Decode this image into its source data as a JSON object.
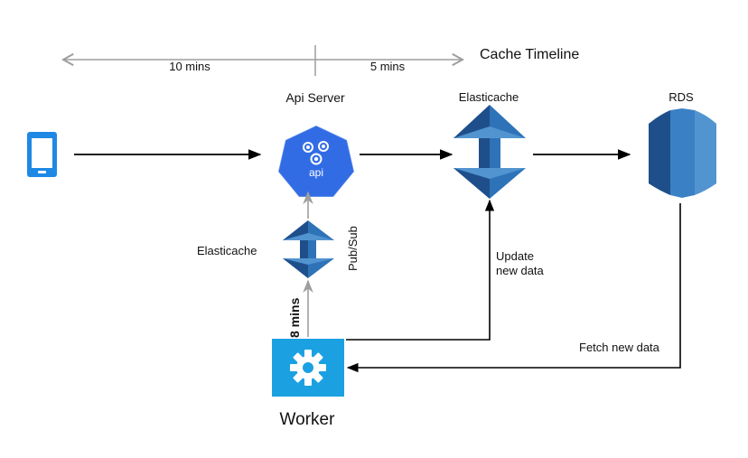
{
  "timeline": {
    "title": "Cache Timeline",
    "segment_left": "10 mins",
    "segment_right": "5 mins"
  },
  "nodes": {
    "api_server": {
      "label": "Api Server",
      "icon_text": "api"
    },
    "elasticache_main": {
      "label": "Elasticache"
    },
    "rds": {
      "label": "RDS"
    },
    "elasticache_pubsub": {
      "label": "Elasticache",
      "side_label": "Pub/Sub"
    },
    "worker": {
      "label": "Worker"
    }
  },
  "edges": {
    "worker_to_pubsub": {
      "label": "8 mins"
    },
    "worker_to_cache": {
      "label": "Update\nnew data"
    },
    "rds_to_worker": {
      "label": "Fetch new data"
    }
  },
  "colors": {
    "aws_dark": "#1f4f8b",
    "aws_mid": "#2e73b8",
    "aws_light": "#5294cf",
    "k8s_blue": "#326ce5",
    "worker_bg": "#1ba1e2",
    "mobile_blue": "#1e88e5",
    "arrow_dark": "#000000",
    "arrow_gray": "#9e9e9e"
  }
}
